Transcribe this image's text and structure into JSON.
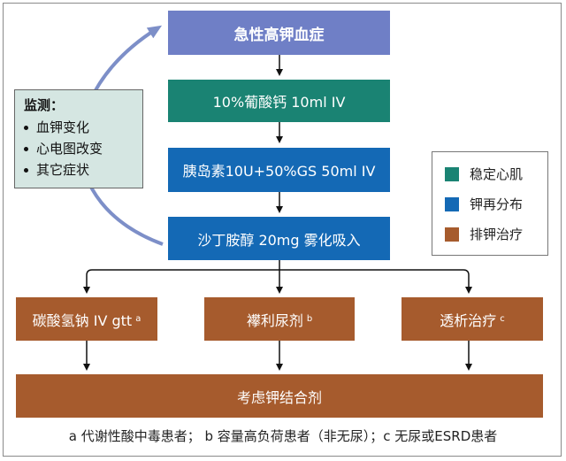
{
  "flow": {
    "title": "急性高钾血症",
    "step1": "10%葡酸钙 10ml IV",
    "step2": "胰岛素10U+50%GS 50ml IV",
    "step3": "沙丁胺醇 20mg 雾化吸入",
    "branches": [
      {
        "label": "碳酸氢钠 IV gtt",
        "note": "a"
      },
      {
        "label": "襻利尿剂",
        "note": "b"
      },
      {
        "label": "透析治疗",
        "note": "c"
      }
    ],
    "final": "考虑钾结合剂"
  },
  "monitor": {
    "title": "监测：",
    "items": [
      "血钾变化",
      "心电图改变",
      "其它症状"
    ]
  },
  "legend": [
    {
      "label": "稳定心肌",
      "color": "#1a8373"
    },
    {
      "label": "钾再分布",
      "color": "#1469b5"
    },
    {
      "label": "排钾治疗",
      "color": "#a65b2d"
    }
  ],
  "footnote": "a 代谢性酸中毒患者； b 容量高负荷患者（非无尿）；c 无尿或ESRD患者",
  "colors": {
    "title": "#6f7fc6",
    "stabilize": "#1a8373",
    "redistribute": "#1469b5",
    "excrete": "#a65b2d",
    "monitor_bg": "#d5e6e2",
    "loop_arrow": "#7d8fc8"
  }
}
